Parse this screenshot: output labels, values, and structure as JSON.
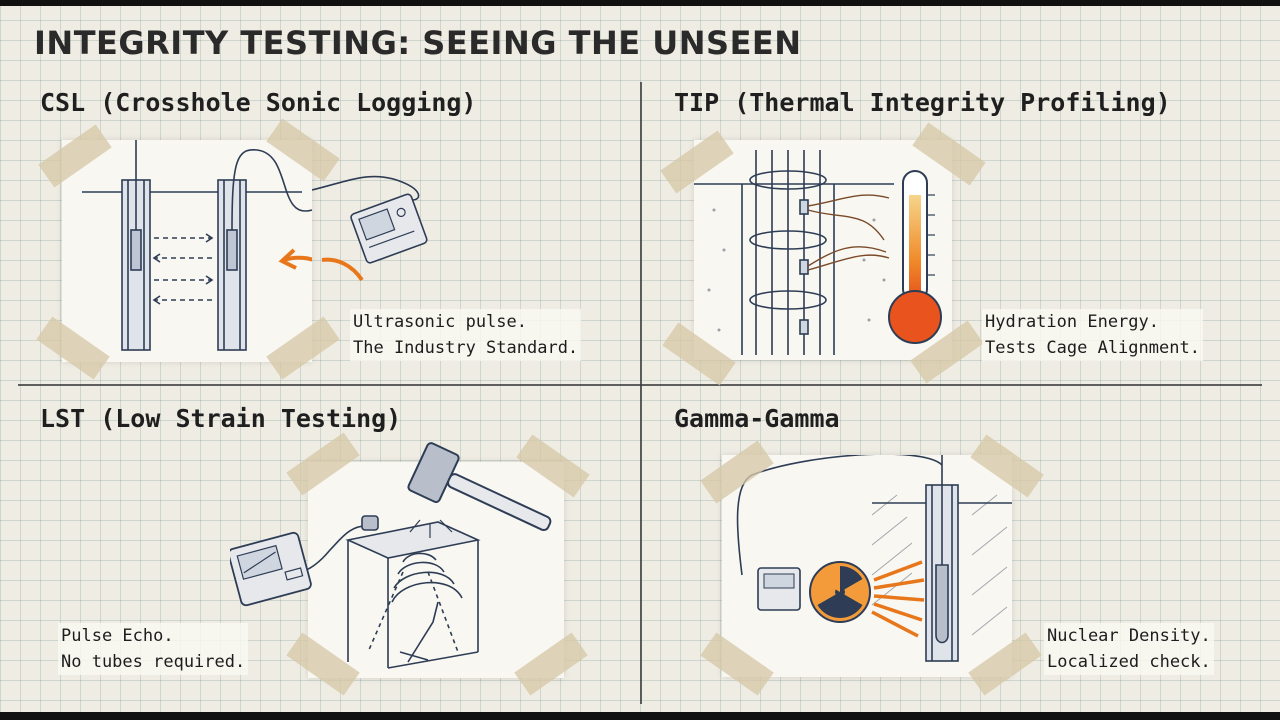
{
  "title": "INTEGRITY TESTING: SEEING THE UNSEEN",
  "quadrants": [
    {
      "heading": "CSL (Crosshole Sonic Logging)",
      "caption": [
        "Ultrasonic pulse.",
        "The Industry Standard."
      ]
    },
    {
      "heading": "TIP (Thermal Integrity Profiling)",
      "caption": [
        "Hydration Energy.",
        "Tests Cage Alignment."
      ]
    },
    {
      "heading": "LST (Low Strain Testing)",
      "caption": [
        "Pulse Echo.",
        "No tubes required."
      ]
    },
    {
      "heading": "Gamma-Gamma",
      "caption": [
        "Nuclear Density.",
        "Localized check."
      ]
    }
  ],
  "colors": {
    "ink": "#2e3d55",
    "accent_orange": "#e8771c",
    "paper": "#f8f7f1",
    "tape": "#d6c8a8"
  },
  "icons": [
    "ultrasonic-tubes-icon",
    "readout-device-icon",
    "thermometer-icon",
    "rebar-cage-icon",
    "hammer-icon",
    "pile-block-icon",
    "radiation-icon",
    "gamma-probe-icon"
  ]
}
